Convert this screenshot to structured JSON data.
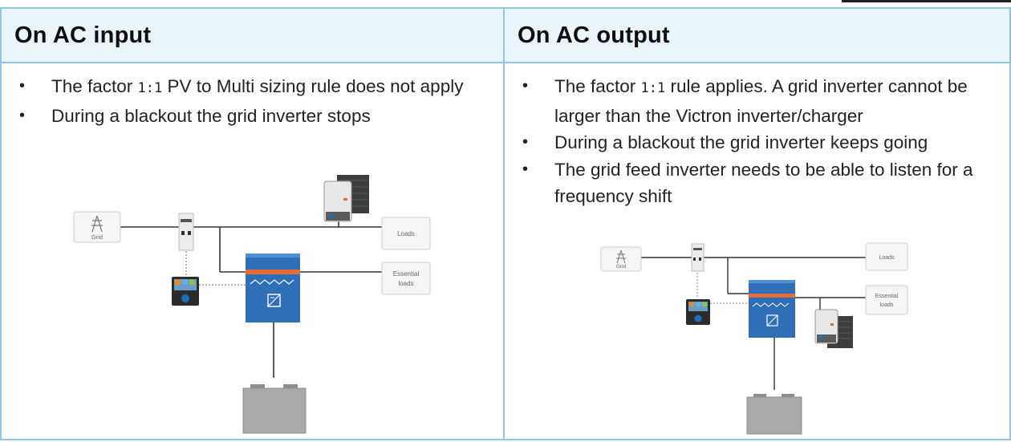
{
  "panels": {
    "left": {
      "title": "On AC input",
      "bullets": [
        {
          "pre": "The factor ",
          "code": "1:1",
          "post": " PV to Multi sizing rule does not apply"
        },
        {
          "pre": "During a blackout the grid inverter stops",
          "code": "",
          "post": ""
        }
      ],
      "diagram": {
        "grid_label": "Grid",
        "loads_label": "Loads",
        "essential_label_1": "Essential",
        "essential_label_2": "loads"
      }
    },
    "right": {
      "title": "On AC output",
      "bullets": [
        {
          "pre": "The factor ",
          "code": "1:1",
          "post": " rule applies. A grid inverter cannot be larger than the Victron inverter/charger"
        },
        {
          "pre": "During a blackout the grid inverter keeps going",
          "code": "",
          "post": ""
        },
        {
          "pre": "The grid feed inverter needs to be able to listen for a frequency shift",
          "code": "",
          "post": ""
        }
      ],
      "diagram": {
        "grid_label": "Grid",
        "loads_label": "Loads",
        "essential_label_1": "Essential",
        "essential_label_2": "loads"
      }
    }
  },
  "colors": {
    "header_bg": "#eaf5fb",
    "border": "#8ec7e6",
    "inverter_blue": "#2e6fb8",
    "accent_orange": "#e86b3a",
    "battery_gray": "#a9a9a9"
  }
}
